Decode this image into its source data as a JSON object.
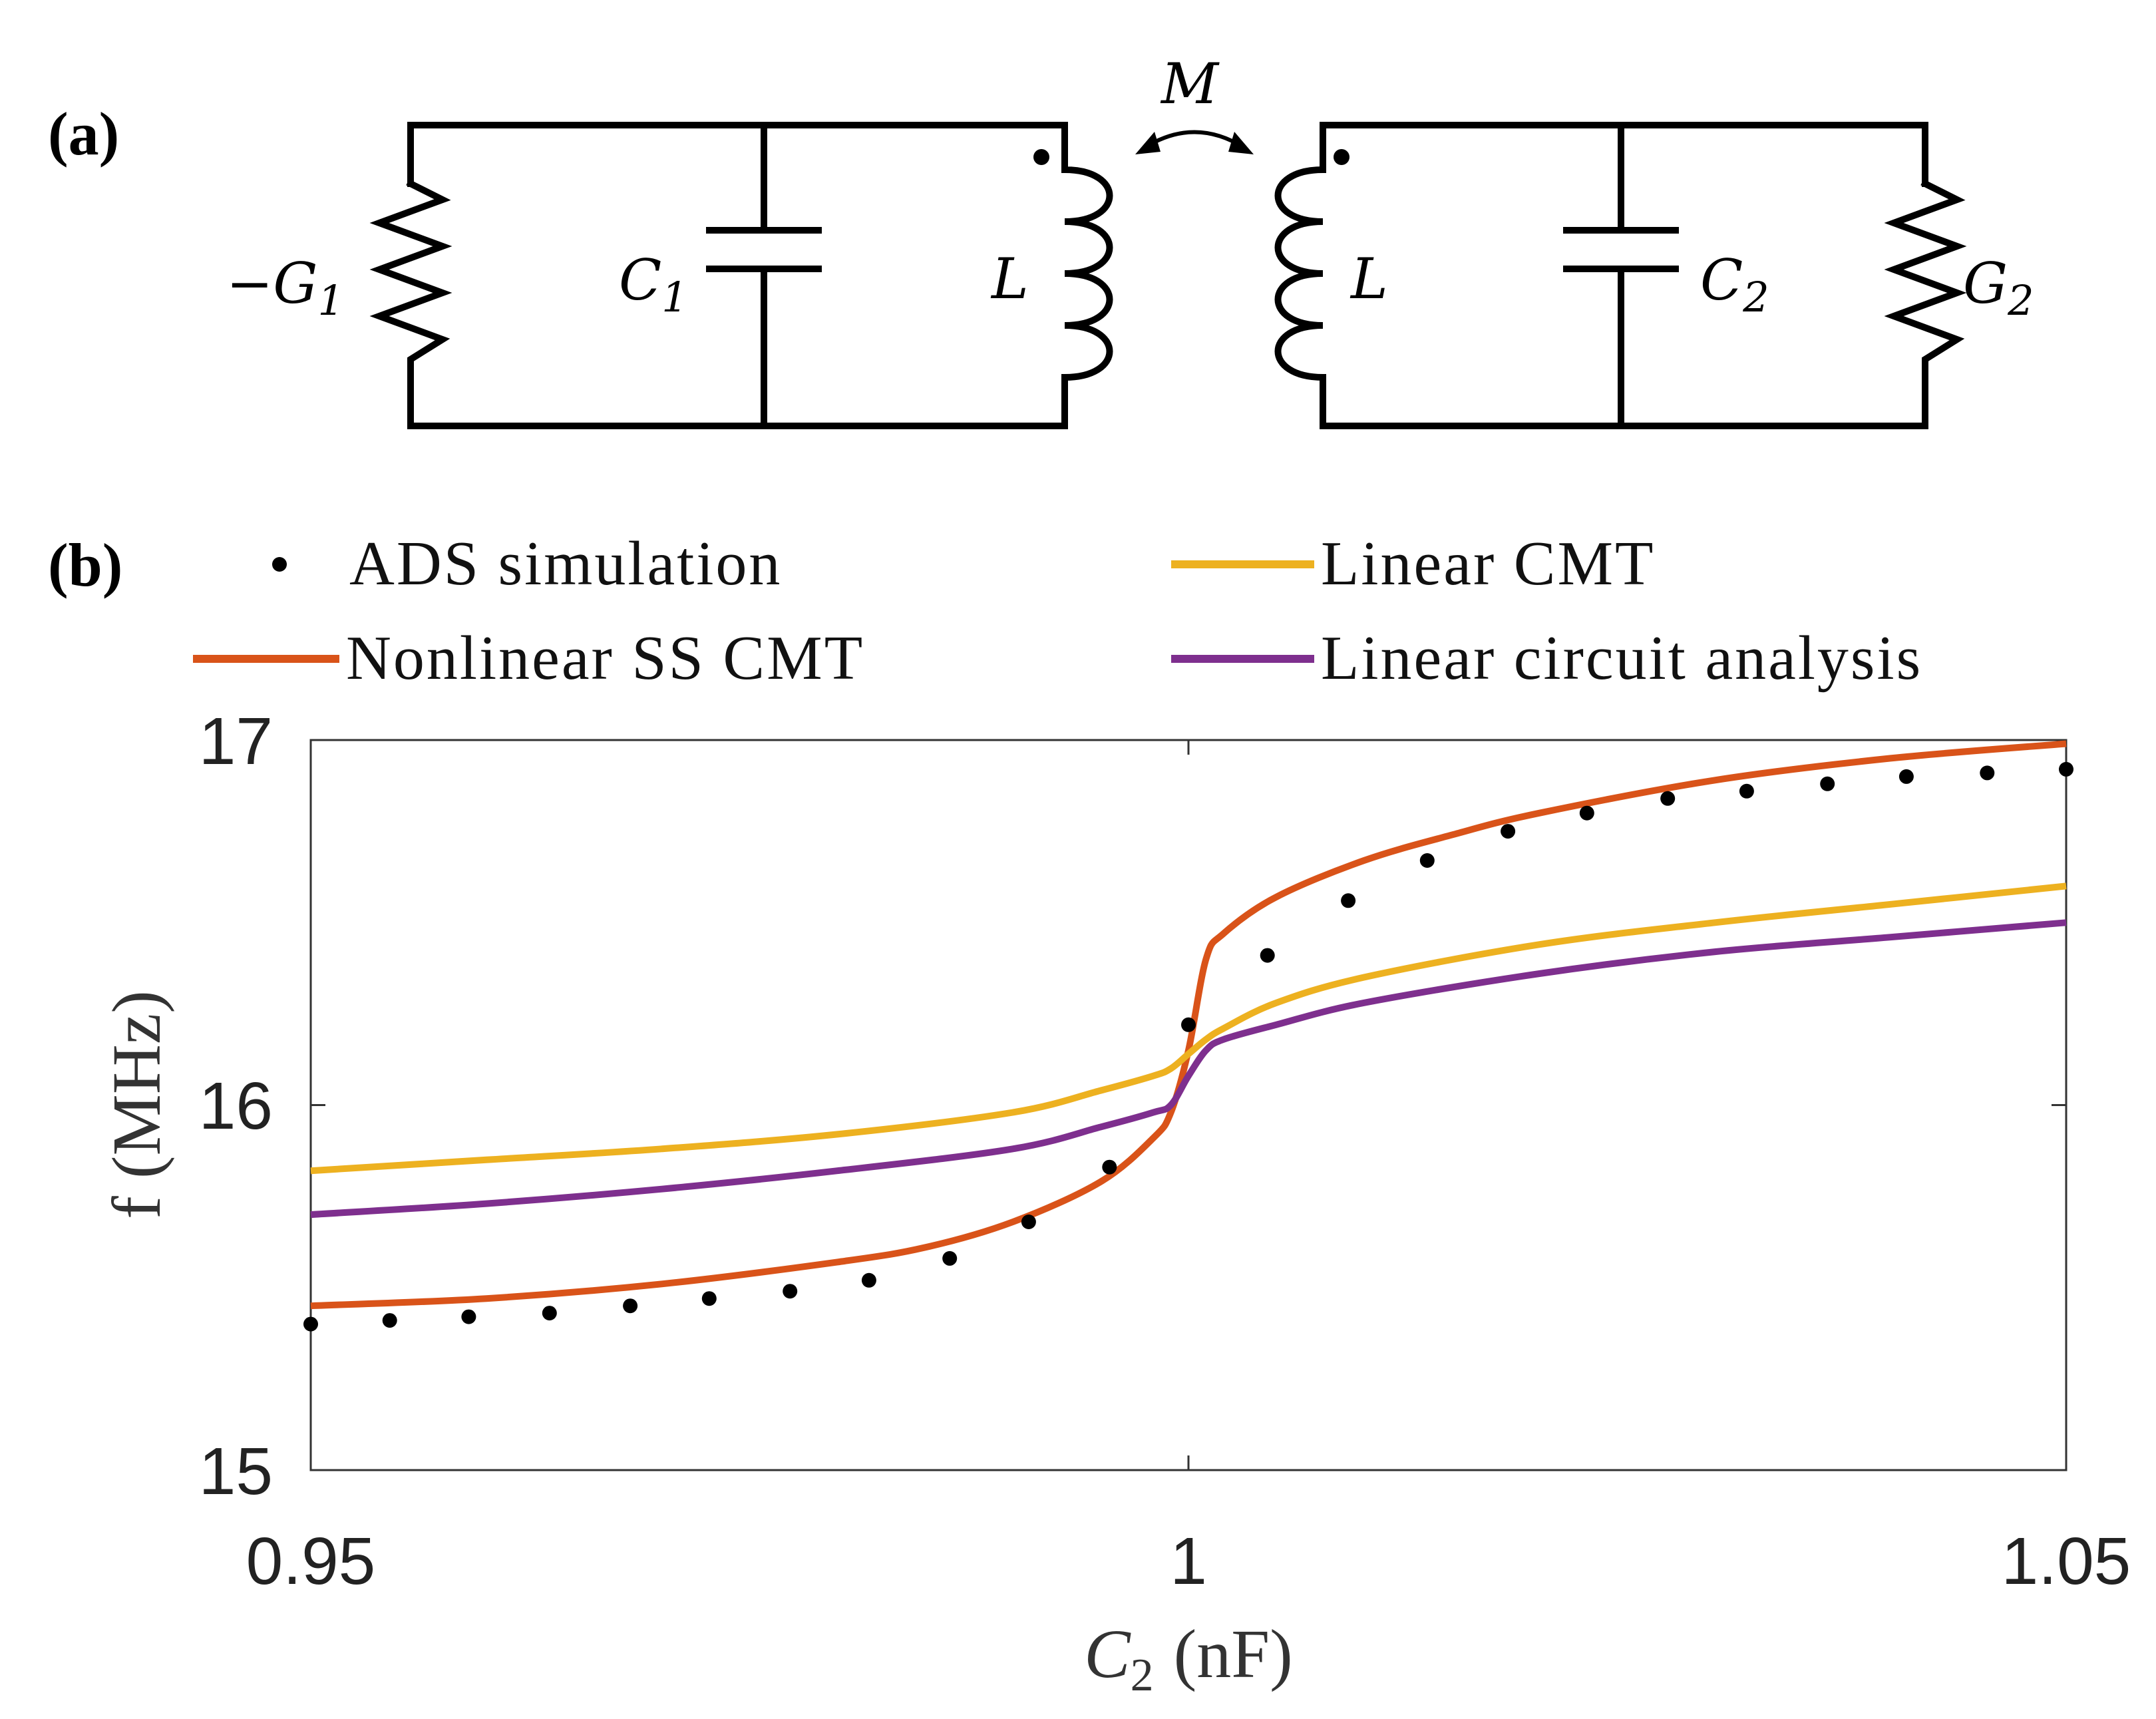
{
  "panels": {
    "a_label": "(a)",
    "b_label": "(b)"
  },
  "circuit": {
    "left": {
      "conductance_label": "−G",
      "conductance_sub": "1",
      "capacitor_label": "C",
      "capacitor_sub": "1",
      "inductor_label": "L"
    },
    "right": {
      "inductor_label": "L",
      "capacitor_label": "C",
      "capacitor_sub": "2",
      "conductance_label": "G",
      "conductance_sub": "2"
    },
    "coupling_label": "M"
  },
  "colors": {
    "nonlinear": "#d95319",
    "linear_cmt": "#edb120",
    "linear_circuit": "#7e2f8e",
    "ads": "#000000"
  },
  "chart_data": {
    "type": "line",
    "xlabel_main": "C",
    "xlabel_sub": "2",
    "xlabel_unit": "(nF)",
    "ylabel": "f  (MHz)",
    "xlim": [
      0.95,
      1.05
    ],
    "ylim": [
      15,
      17
    ],
    "xticks": [
      "0.95",
      "1",
      "1.05"
    ],
    "yticks": [
      "15",
      "16",
      "17"
    ],
    "grid": false,
    "legend_position": "top",
    "legend": [
      {
        "label": "ADS simulation",
        "marker": "dot"
      },
      {
        "label": "Linear CMT",
        "marker": "line"
      },
      {
        "label": "Nonlinear SS CMT",
        "marker": "line"
      },
      {
        "label": "Linear circuit analysis",
        "marker": "line"
      }
    ],
    "series": [
      {
        "name": "Nonlinear SS CMT",
        "kind": "line",
        "x": [
          0.95,
          0.96,
          0.97,
          0.98,
          0.985,
          0.99,
          0.995,
          0.998,
          0.999,
          1.0,
          1.001,
          1.002,
          1.005,
          1.01,
          1.015,
          1.02,
          1.03,
          1.04,
          1.05
        ],
        "y": [
          15.45,
          15.47,
          15.51,
          15.57,
          15.61,
          15.68,
          15.79,
          15.91,
          15.98,
          16.15,
          16.4,
          16.47,
          16.57,
          16.67,
          16.74,
          16.8,
          16.89,
          16.95,
          16.99
        ]
      },
      {
        "name": "Linear CMT",
        "kind": "line",
        "x": [
          0.95,
          0.96,
          0.97,
          0.98,
          0.99,
          0.995,
          0.998,
          0.999,
          1.0,
          1.001,
          1.002,
          1.005,
          1.01,
          1.02,
          1.03,
          1.04,
          1.05
        ],
        "y": [
          15.82,
          15.85,
          15.88,
          15.92,
          15.98,
          16.04,
          16.08,
          16.1,
          16.14,
          16.18,
          16.21,
          16.28,
          16.35,
          16.44,
          16.5,
          16.55,
          16.6
        ]
      },
      {
        "name": "Linear circuit analysis",
        "kind": "line",
        "x": [
          0.95,
          0.96,
          0.97,
          0.98,
          0.99,
          0.995,
          0.998,
          0.999,
          1.0,
          1.001,
          1.002,
          1.005,
          1.01,
          1.02,
          1.03,
          1.04,
          1.05
        ],
        "y": [
          15.7,
          15.73,
          15.77,
          15.82,
          15.88,
          15.94,
          15.98,
          16.0,
          16.08,
          16.15,
          16.18,
          16.22,
          16.28,
          16.36,
          16.42,
          16.46,
          16.5
        ]
      },
      {
        "name": "ADS simulation",
        "kind": "dots",
        "x": [
          0.95,
          0.9545,
          0.959,
          0.9636,
          0.9682,
          0.9727,
          0.9773,
          0.9818,
          0.9864,
          0.9909,
          0.9955,
          1.0,
          1.0045,
          1.0091,
          1.0136,
          1.0182,
          1.0227,
          1.0273,
          1.0318,
          1.0364,
          1.0409,
          1.0455,
          1.05
        ],
        "y": [
          15.4,
          15.41,
          15.42,
          15.43,
          15.45,
          15.47,
          15.49,
          15.52,
          15.58,
          15.68,
          15.83,
          16.22,
          16.41,
          16.56,
          16.67,
          16.75,
          16.8,
          16.84,
          16.86,
          16.88,
          16.9,
          16.91,
          16.92
        ]
      }
    ]
  }
}
